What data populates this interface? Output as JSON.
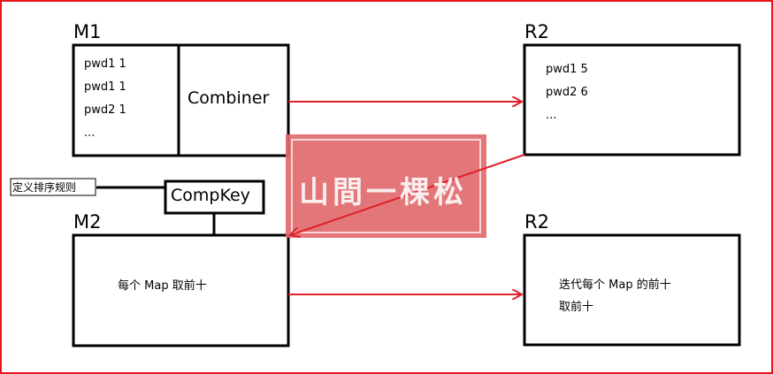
{
  "m1": {
    "title": "M1",
    "lines": [
      "pwd1 1",
      "pwd1 1",
      "pwd2 1",
      "..."
    ],
    "combiner": "Combiner"
  },
  "r2_top": {
    "title": "R2",
    "lines": [
      "pwd1 5",
      "pwd2 6",
      "..."
    ]
  },
  "compkey": {
    "label": "CompKey",
    "note": "定义排序规则"
  },
  "m2": {
    "title": "M2",
    "text": "每个 Map 取前十"
  },
  "r2_bottom": {
    "title": "R2",
    "lines": [
      "迭代每个 Map 的前十",
      "取前十"
    ]
  },
  "watermark": {
    "text": "山間一棵松"
  },
  "colors": {
    "arrow": "#e0202a",
    "frame": "#e8141c",
    "stamp": "#e06a6e"
  }
}
